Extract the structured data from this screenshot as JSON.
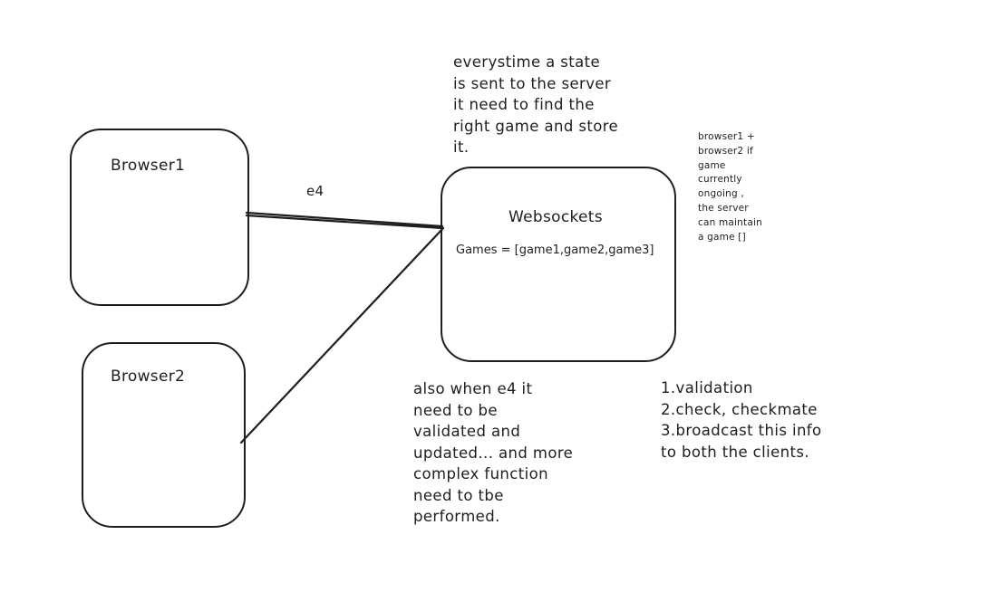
{
  "browser1": {
    "label": "Browser1"
  },
  "browser2": {
    "label": "Browser2"
  },
  "server": {
    "label": "Websockets",
    "games_text": "Games = [game1,game2,game3]"
  },
  "edge_label": "e4",
  "notes": {
    "top": "everystime  a state\nis sent to the server\nit need to find the\nright game and store\nit.",
    "side": "browser1 +\nbrowser2 if\ngame\ncurrently\nongoing ,\nthe server\ncan maintain\na  game []",
    "bottom_left": "also when e4 it\nneed to be\nvalidated and\nupdated... and more\ncomplex function\nneed to tbe\nperformed.",
    "bottom_right": "1.validation\n2.check, checkmate\n3.broadcast this info\nto both the clients."
  },
  "colors": {
    "stroke": "#1e1e1e",
    "background": "#ffffff"
  }
}
